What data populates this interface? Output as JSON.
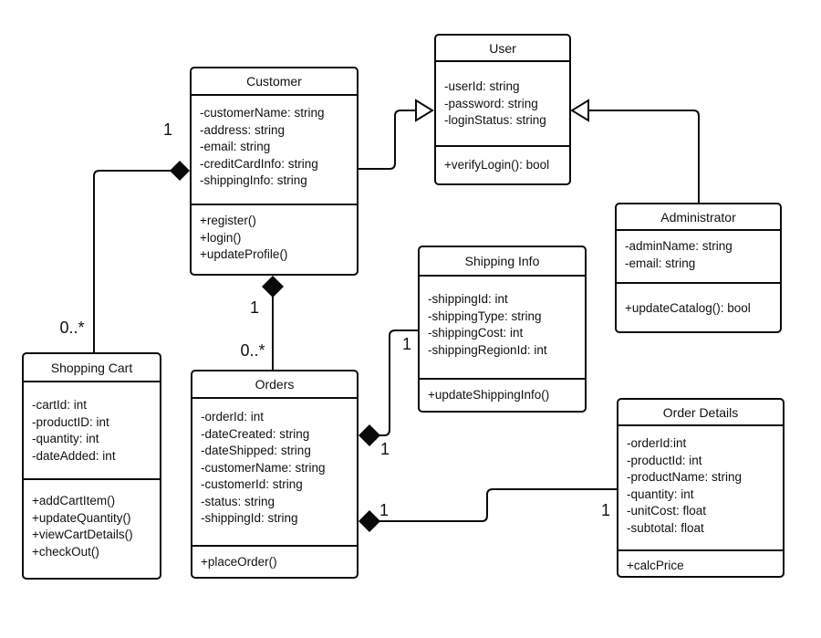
{
  "diagram": {
    "type": "uml-class-diagram",
    "colors": {
      "stroke": "#0a0a0a",
      "shape_fill": "#ffffff",
      "diamond_fill": "#0a0a0a",
      "background": "#ffffff"
    },
    "classes": [
      {
        "name": "Customer",
        "attributes": [
          "-customerName: string",
          "-address: string",
          "-email: string",
          "-creditCardInfo: string",
          "-shippingInfo: string"
        ],
        "methods": [
          "+register()",
          "+login()",
          "+updateProfile()"
        ]
      },
      {
        "name": "User",
        "attributes": [
          "-userId: string",
          "-password: string",
          "-loginStatus: string"
        ],
        "methods": [
          "+verifyLogin(): bool"
        ]
      },
      {
        "name": "Administrator",
        "attributes": [
          "-adminName: string",
          "-email: string"
        ],
        "methods": [
          "+updateCatalog(): bool"
        ]
      },
      {
        "name": "Shipping Info",
        "attributes": [
          "-shippingId: int",
          "-shippingType: string",
          "-shippingCost: int",
          "-shippingRegionId: int"
        ],
        "methods": [
          "+updateShippingInfo()"
        ]
      },
      {
        "name": "Shopping Cart",
        "attributes": [
          "-cartId: int",
          "-productID: int",
          "-quantity: int",
          "-dateAdded: int"
        ],
        "methods": [
          "+addCartItem()",
          "+updateQuantity()",
          "+viewCartDetails()",
          "+checkOut()"
        ]
      },
      {
        "name": "Orders",
        "attributes": [
          "-orderId: int",
          "-dateCreated: string",
          "-dateShipped: string",
          "-customerName: string",
          "-customerId: string",
          "-status: string",
          "-shippingId: string"
        ],
        "methods": [
          "+placeOrder()"
        ]
      },
      {
        "name": "Order Details",
        "attributes": [
          "-orderId:int",
          "-productId: int",
          "-productName: string",
          "-quantity: int",
          "-unitCost: float",
          "-subtotal: float"
        ],
        "methods": [
          "+calcPrice"
        ]
      }
    ],
    "relationships": [
      {
        "from": "Shopping Cart",
        "to": "Customer",
        "kind": "composition",
        "mult_from": "0..*",
        "mult_to": "1"
      },
      {
        "from": "Orders",
        "to": "Customer",
        "kind": "composition",
        "mult_from": "0..*",
        "mult_to": "1"
      },
      {
        "from": "Customer",
        "to": "User",
        "kind": "generalization"
      },
      {
        "from": "Administrator",
        "to": "User",
        "kind": "generalization"
      },
      {
        "from": "Shipping Info",
        "to": "Orders",
        "kind": "composition",
        "mult_from": "1",
        "mult_to": "1"
      },
      {
        "from": "Order Details",
        "to": "Orders",
        "kind": "composition",
        "mult_from": "1",
        "mult_to": "1"
      }
    ],
    "multiplicities": [
      {
        "id": "customer-cart-near-customer",
        "label": "1"
      },
      {
        "id": "customer-cart-near-cart",
        "label": "0..*"
      },
      {
        "id": "customer-orders-near-customer",
        "label": "1"
      },
      {
        "id": "customer-orders-near-orders",
        "label": "0..*"
      },
      {
        "id": "orders-shipping-near-shipping",
        "label": "1"
      },
      {
        "id": "orders-shipping-near-orders",
        "label": "1"
      },
      {
        "id": "orders-details-near-orders",
        "label": "1"
      },
      {
        "id": "orders-details-near-details",
        "label": "1"
      }
    ]
  }
}
